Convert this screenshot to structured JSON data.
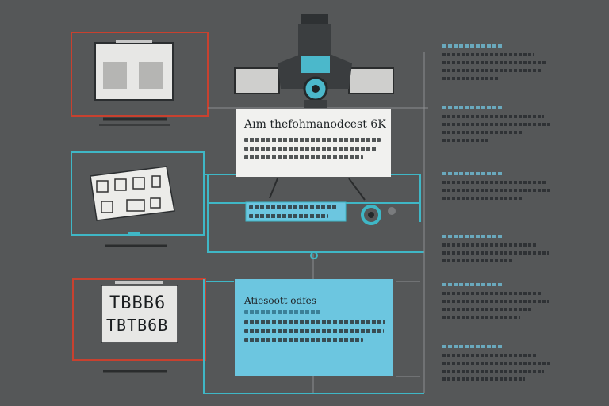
{
  "colors": {
    "background": "#555758",
    "accent_red": "#c8412f",
    "accent_teal": "#3fb7c6",
    "callout_white": "#f1f1ef",
    "callout_blue": "#6cc6e0",
    "side_text_head": "#6aa9bd",
    "side_text_body": "#2f3235"
  },
  "callouts": {
    "top": {
      "title": "Aım thefohmanodcest 6K"
    },
    "bottom": {
      "title": "Atiesoott odfes"
    }
  },
  "panels": {
    "bottom_left": {
      "glyphs": [
        "TBBB6",
        "TBTB6B"
      ]
    }
  },
  "icons": [
    "monitor-icon",
    "document-icon",
    "robot-arm-icon",
    "rotary-encoder-icon"
  ]
}
